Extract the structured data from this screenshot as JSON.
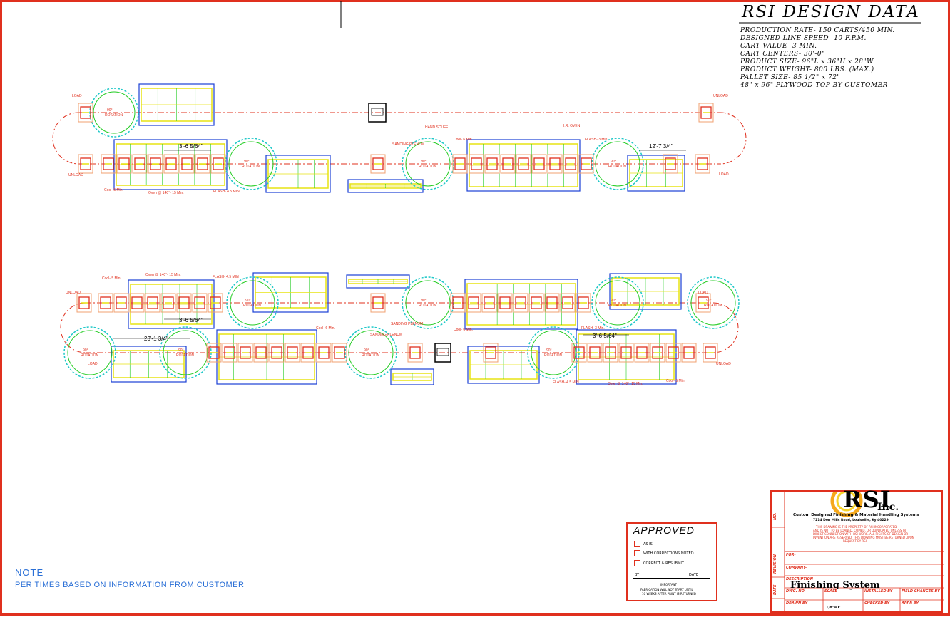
{
  "design_data": {
    "title": "RSI DESIGN DATA",
    "lines": [
      "PRODUCTION RATE- 150 CARTS/450 MIN.",
      "DESIGNED LINE SPEED- 10 F.P.M.",
      "CART VALUE- 3 MIN.",
      "CART CENTERS- 30'-0\"",
      "PRODUCT SIZE- 96\"L x 36\"H x 28\"W",
      "PRODUCT WEIGHT- 800 LBS. (MAX.)",
      "PALLET SIZE- 85 1/2\" x 72\"",
      "48\" x 96\" PLYWOOD TOP BY CUSTOMER"
    ]
  },
  "note": {
    "title": "NOTE",
    "text": "PER TIMES BASED ON INFORMATION FROM CUSTOMER"
  },
  "approved_stamp": {
    "title": "APPROVED",
    "options": [
      "AS IS",
      "WITH CORRECTIONS NOTED",
      "CORRECT & RESUBMIT"
    ],
    "by_label": "BY",
    "date_label": "DATE",
    "important_title": "IMPORTANT",
    "important_text_1": "FABRICATION WILL NOT START UNTIL",
    "important_text_2": "10 WEEKS AFTER PRINT IS RETURNED"
  },
  "title_block": {
    "company": "RSI",
    "company_suffix": "Inc.",
    "tagline": "Custom Designed Finishing & Material Handling Systems",
    "address": "7214 Don Mills Road, Louisville, Ky 40229",
    "disclaimer_lines": [
      "THIS DRAWING IS THE PROPERTY OF RSI INCORPORATED",
      "AND IS NOT TO BE LOANED, COPIED, OR DUPLICATED UNLESS IN",
      "DIRECT CONNECTION WITH RSI WORK. ALL RIGHTS OF DESIGN OR",
      "INVENTION ARE RESERVED. THIS DRAWING MUST BE RETURNED UPON",
      "REQUEST BY RSI."
    ],
    "for_label": "FOR-",
    "company_label": "COMPANY-",
    "description_label": "DESCRIPTION-",
    "project_name": "Finishing System",
    "dwg_no_label": "DWG. NO.-",
    "scale_label": "SCALE-",
    "scale_value": "1/8\"=1'",
    "installed_label": "INSTALLED BY-",
    "field_changes_label": "FIELD CHANGES BY-",
    "drawn_label": "DRAWN BY-",
    "checked_label": "CHECKED BY-",
    "approved_label": "APPR BY-",
    "revision_label": "REVISION",
    "date_label": "DATE",
    "no_label": "NO."
  },
  "layout_labels": {
    "rotation": "90° ROTATION",
    "load": "LOAD",
    "unload": "UNLOAD",
    "hand_scuff": "HAND SCUFF",
    "ir_oven": "I.R. OVEN",
    "sanding_plenum": "SANDING PLENUM",
    "cool_5": "Cool- 5 Min.",
    "cool_6": "Cool- 6 Min.",
    "oven": "Oven @ 140°- 15 Min.",
    "flash_45": "FLASH- 4.5 MIN",
    "flash_3": "FLASH- 3 Min.",
    "dim_top_left": "3'-6 5/64\"",
    "dim_top_right": "12'-7 3/4\"",
    "dim_bottom_left": "23'-1 3/4\"",
    "dim_mid": "3'-6 5/64\"",
    "dim_bottom_right": "3'-6 5/64\""
  },
  "colors": {
    "border": "#e0301e",
    "cart": "#e0301e",
    "track": "#e0301e",
    "rotation_ring": "#1ec8c8",
    "rotation_ring_2": "#22cc22",
    "booth": "#1a3fd6",
    "panel": "#e7e312",
    "note": "#2a6fd6"
  }
}
